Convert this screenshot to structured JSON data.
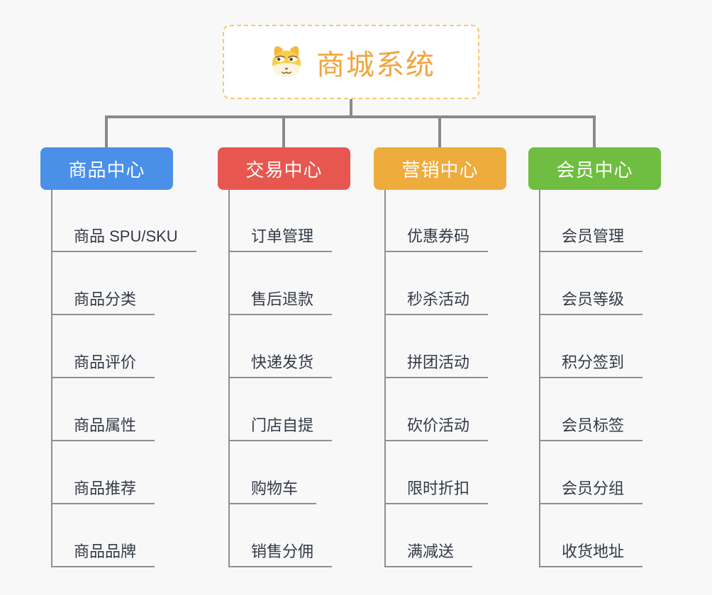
{
  "root": {
    "title": "商城系统",
    "icon": "shiba-dog-icon"
  },
  "colors": {
    "background": "#f8f8f9",
    "connector": "#8a8a8a",
    "root_border": "#f6c876",
    "root_text": "#f0a53d",
    "topic_text": "#333a45",
    "topic_line": "#8f8f8f"
  },
  "branches": [
    {
      "label": "商品中心",
      "color": "#4a8fe8",
      "items": [
        "商品 SPU/SKU",
        "商品分类",
        "商品评价",
        "商品属性",
        "商品推荐",
        "商品品牌"
      ]
    },
    {
      "label": "交易中心",
      "color": "#e8574f",
      "items": [
        "订单管理",
        "售后退款",
        "快递发货",
        "门店自提",
        "购物车",
        "销售分佣"
      ]
    },
    {
      "label": "营销中心",
      "color": "#eeac3c",
      "items": [
        "优惠券码",
        "秒杀活动",
        "拼团活动",
        "砍价活动",
        "限时折扣",
        "满减送"
      ]
    },
    {
      "label": "会员中心",
      "color": "#70be41",
      "items": [
        "会员管理",
        "会员等级",
        "积分签到",
        "会员标签",
        "会员分组",
        "收货地址"
      ]
    }
  ]
}
